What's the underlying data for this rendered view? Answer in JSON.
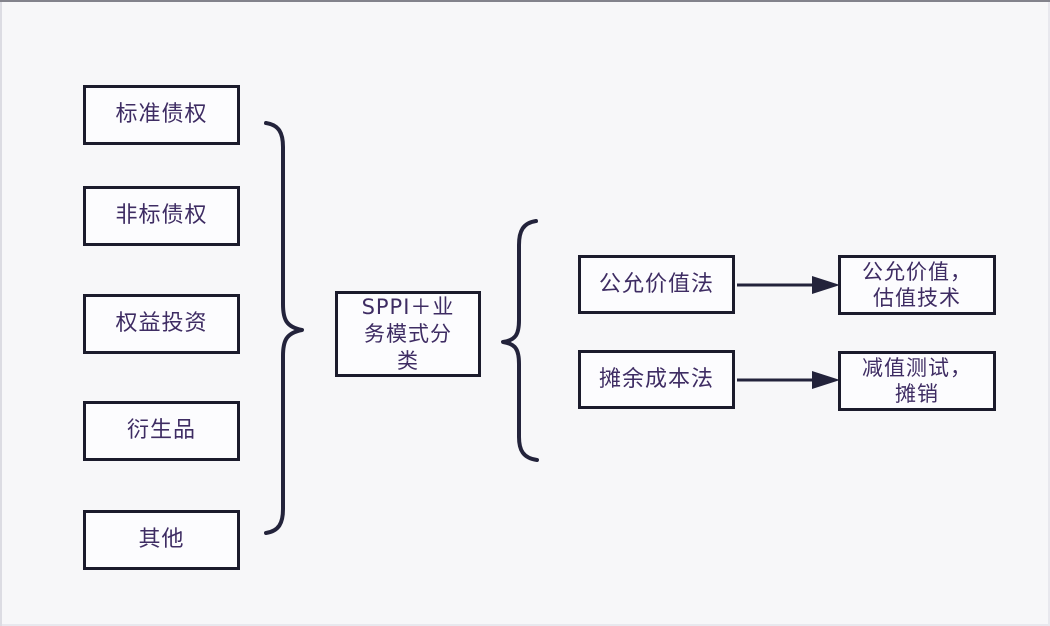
{
  "diagram": {
    "description_colors": {
      "background": "#f7f7f9",
      "box_border": "#1b1b2c",
      "box_fill": "#fcfcfe",
      "text": "#3e2c63",
      "line": "#23233b"
    },
    "source_items": [
      {
        "label": "标准债权"
      },
      {
        "label": "非标债权"
      },
      {
        "label": "权益投资"
      },
      {
        "label": "衍生品"
      },
      {
        "label": "其他"
      }
    ],
    "classification": {
      "label": "SPPI＋业\n务模式分\n类"
    },
    "methods": [
      {
        "label": "公允价值法"
      },
      {
        "label": "摊余成本法"
      }
    ],
    "outcomes": [
      {
        "label": "公允价值，\n估值技术"
      },
      {
        "label": "减值测试，\n摊销"
      }
    ]
  }
}
